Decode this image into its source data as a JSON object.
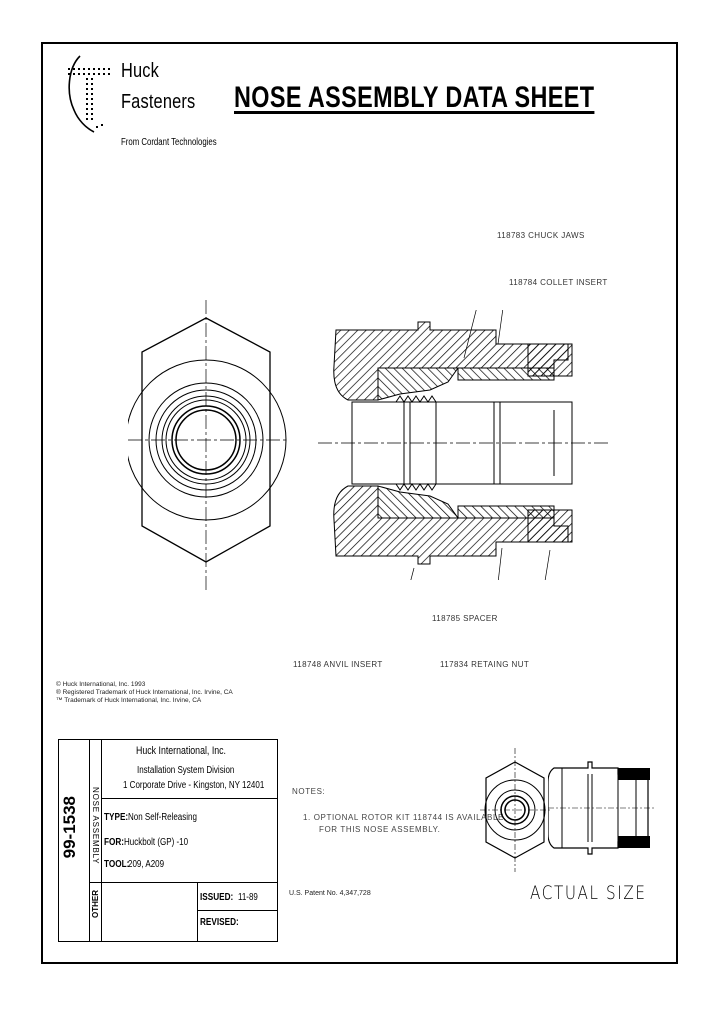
{
  "header": {
    "brand_line1": "Huck",
    "brand_line2": "Fasteners",
    "brand_sub": "From Cordant Technologies",
    "title": "NOSE ASSEMBLY DATA SHEET"
  },
  "callouts": {
    "chuck_jaws": "118783 CHUCK JAWS",
    "collet_insert": "118784 COLLET INSERT",
    "spacer": "118785 SPACER",
    "anvil_insert": "118748 ANVIL INSERT",
    "retaining_nut": "117834 RETAING NUT"
  },
  "copyright": {
    "line1": "© Huck International, Inc. 1993",
    "line2": "® Registered Trademark of Huck International, Inc. Irvine, CA",
    "line3": "™ Trademark of Huck International, Inc. Irvine, CA"
  },
  "title_block": {
    "doc_number": "99-1538",
    "side_label": "NOSE ASSEMBLY",
    "other_label": "OTHER",
    "company": "Huck International, Inc.",
    "division": "Installation System Division",
    "address": "1 Corporate Drive - Kingston, NY 12401",
    "type_label": "TYPE:",
    "type_value": "Non Self-Releasing",
    "for_label": "FOR:",
    "for_value": "Huckbolt (GP) -10",
    "tool_label": "TOOL:",
    "tool_value": "209, A209",
    "issued_label": "ISSUED:",
    "issued_value": "11-89",
    "revised_label": "REVISED:",
    "revised_value": ""
  },
  "notes": {
    "heading": "NOTES:",
    "line1": "1. OPTIONAL ROTOR KIT 118744 IS AVAILABLE",
    "line2": "FOR THIS NOSE ASSEMBLY."
  },
  "patent": "U.S. Patent No. 4,347,728",
  "actual_size": "ACTUAL SIZE"
}
